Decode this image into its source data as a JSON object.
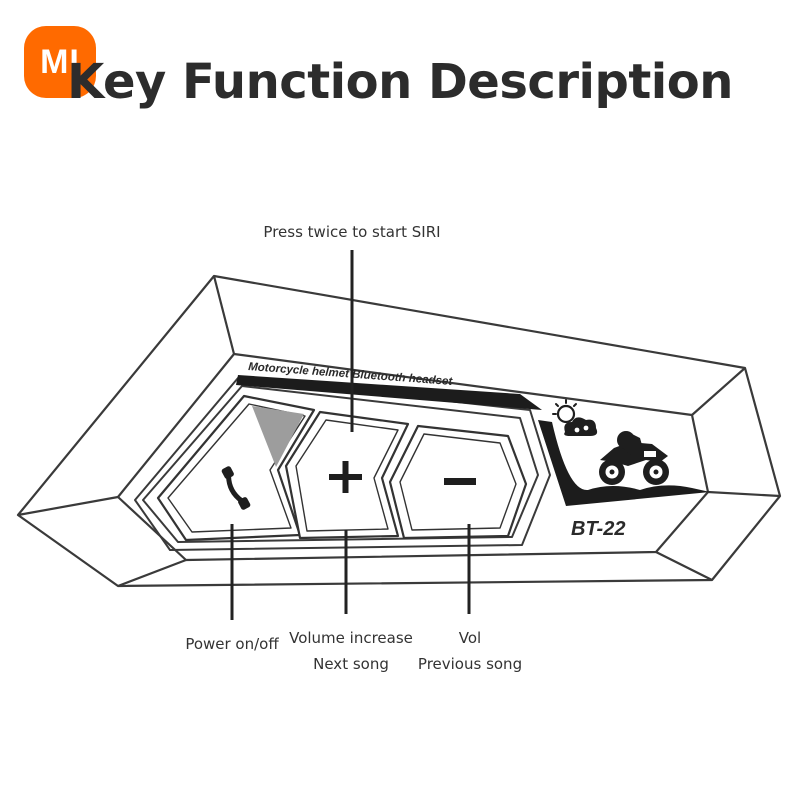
{
  "brand": {
    "logo_text": "MI",
    "logo_color": "#ff6a00"
  },
  "title": "Key Function Description",
  "device": {
    "strip_text": "Motorcycle helmet Bluetooth headset",
    "model": "BT-22"
  },
  "buttons": [
    {
      "name": "phone",
      "icon": "phone-icon"
    },
    {
      "name": "plus",
      "icon": "plus-icon"
    },
    {
      "name": "minus",
      "icon": "minus-icon"
    }
  ],
  "callouts": {
    "top": "Press twice to start SIRI",
    "power": "Power on/off",
    "volume_up_line1": "Volume increase",
    "volume_up_line2": "Next song",
    "volume_down_line1": "Vol",
    "volume_down_line2": "Previous song"
  }
}
